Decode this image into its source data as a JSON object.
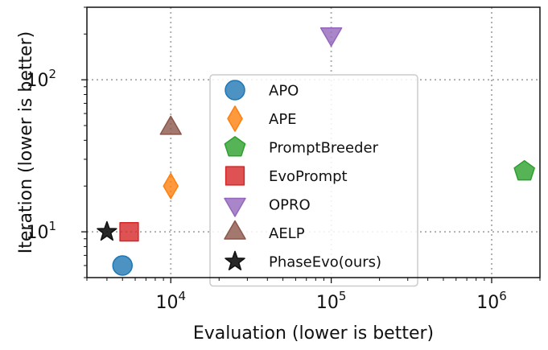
{
  "chart_data": {
    "type": "scatter",
    "title": "",
    "xlabel": "Evaluation (lower is better)",
    "ylabel": "Iteration (lower is better)",
    "xscale": "log",
    "yscale": "log",
    "xlim": [
      3000,
      2000000
    ],
    "ylim": [
      5,
      300
    ],
    "xticks": [
      {
        "value": 10000,
        "base": "10",
        "exp": "4"
      },
      {
        "value": 100000,
        "base": "10",
        "exp": "5"
      },
      {
        "value": 1000000,
        "base": "10",
        "exp": "6"
      }
    ],
    "yticks": [
      {
        "value": 10,
        "base": "10",
        "exp": "1"
      },
      {
        "value": 100,
        "base": "10",
        "exp": "2"
      }
    ],
    "grid": true,
    "legend_position": "center",
    "series": [
      {
        "name": "APO",
        "marker": "circle",
        "color": "#1f77b4",
        "x": 5000,
        "y": 6
      },
      {
        "name": "APE",
        "marker": "diamond",
        "color": "#ff7f0e",
        "x": 10000,
        "y": 20
      },
      {
        "name": "PromptBreeder",
        "marker": "pentagon",
        "color": "#2ca02c",
        "x": 1600000,
        "y": 25
      },
      {
        "name": "EvoPrompt",
        "marker": "square",
        "color": "#d62728",
        "x": 5500,
        "y": 10
      },
      {
        "name": "OPRO",
        "marker": "triangle-down",
        "color": "#9467bd",
        "x": 100000,
        "y": 200
      },
      {
        "name": "AELP",
        "marker": "triangle-up",
        "color": "#8c564b",
        "x": 10000,
        "y": 48
      },
      {
        "name": "PhaseEvo(ours)",
        "marker": "star",
        "color": "#111111",
        "x": 4000,
        "y": 10
      }
    ]
  }
}
